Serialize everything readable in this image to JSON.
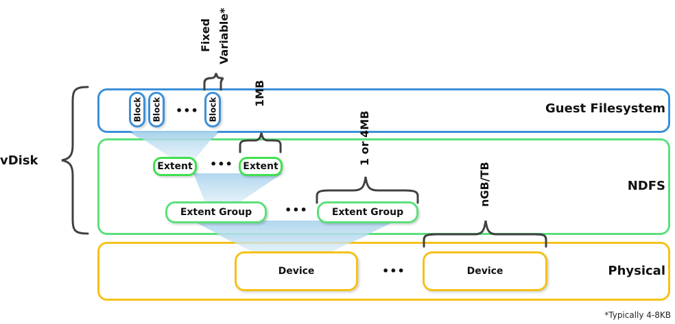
{
  "diagram": {
    "vdisk_label": "vDisk",
    "layers": [
      {
        "name": "Guest Filesystem",
        "color": "#3a8fd8"
      },
      {
        "name": "NDFS",
        "color": "#5ae07a"
      },
      {
        "name": "Physical",
        "color": "#f5c118"
      }
    ],
    "blocks": [
      "Block",
      "Block",
      "Block"
    ],
    "extents": [
      "Extent",
      "Extent"
    ],
    "extent_groups": [
      "Extent Group",
      "Extent Group"
    ],
    "devices": [
      "Device",
      "Device"
    ],
    "ellipsis": "•••",
    "size_labels": {
      "block_fixed": "Fixed",
      "block_variable": "Variable*",
      "extent": "1MB",
      "extent_group": "1 or 4MB",
      "device": "nGB/TB"
    },
    "footnote": "*Typically 4-8KB",
    "funnel_color": "#b9dcf0",
    "brace_color": "#404040"
  }
}
